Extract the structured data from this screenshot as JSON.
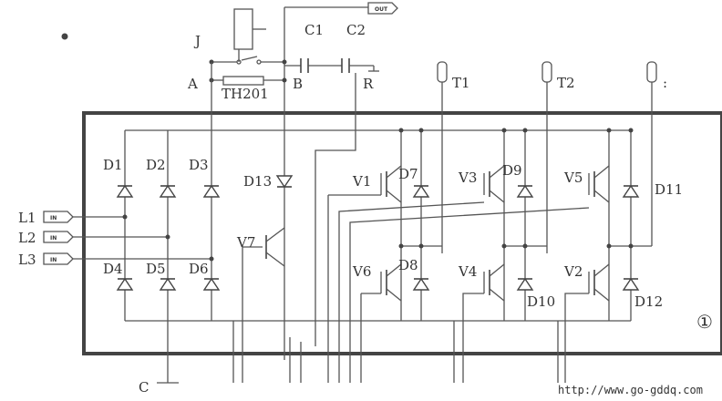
{
  "labels": {
    "J": "J",
    "C1": "C1",
    "C2": "C2",
    "A": "A",
    "B": "B",
    "R": "R",
    "TH201": "TH201",
    "T1": "T1",
    "T2": "T2",
    "T3": ":",
    "D1": "D1",
    "D2": "D2",
    "D3": "D3",
    "D4": "D4",
    "D5": "D5",
    "D6": "D6",
    "D7": "D7",
    "D8": "D8",
    "D9": "D9",
    "D10": "D10",
    "D11": "D11",
    "D12": "D12",
    "D13": "D13",
    "V1": "V1",
    "V2": "V2",
    "V3": "V3",
    "V4": "V4",
    "V5": "V5",
    "V6": "V6",
    "V7": "V7",
    "L1": "L1",
    "L2": "L2",
    "L3": "L3",
    "C": "C",
    "marker": "①"
  },
  "connectors": {
    "out": "OUT",
    "in1": "IN",
    "in2": "IN",
    "in3": "IN"
  },
  "watermark": "http://www.go-gddq.com"
}
